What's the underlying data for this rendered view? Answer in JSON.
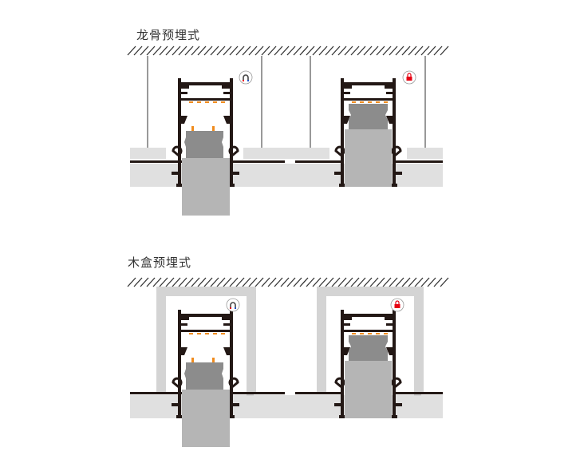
{
  "diagrams": [
    {
      "title": "龙骨预埋式",
      "type": "keel",
      "icons": [
        "magnet-icon",
        "lock-icon"
      ]
    },
    {
      "title": "木盒预埋式",
      "type": "wood-box",
      "icons": [
        "magnet-icon",
        "lock-icon"
      ]
    }
  ],
  "colors": {
    "profile": "#231815",
    "board": "#e0e0e0",
    "module_light": "#b5b5b5",
    "module_dark": "#8c8c8c",
    "led": "#f08c1e",
    "lock": "#e60012",
    "wood_box": "#d4d4d4"
  }
}
